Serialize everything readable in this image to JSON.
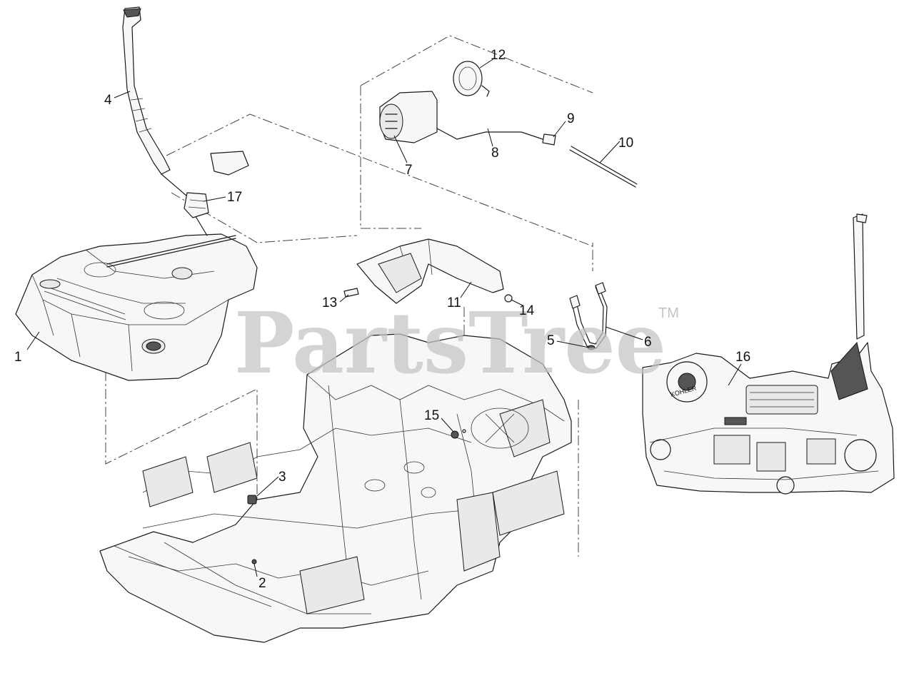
{
  "watermark": {
    "text": "PartsTree",
    "trademark": "TM"
  },
  "callouts": [
    {
      "id": "1",
      "label": "1"
    },
    {
      "id": "2",
      "label": "2"
    },
    {
      "id": "3",
      "label": "3"
    },
    {
      "id": "4",
      "label": "4"
    },
    {
      "id": "5",
      "label": "5"
    },
    {
      "id": "6",
      "label": "6"
    },
    {
      "id": "7",
      "label": "7"
    },
    {
      "id": "8",
      "label": "8"
    },
    {
      "id": "9",
      "label": "9"
    },
    {
      "id": "10",
      "label": "10"
    },
    {
      "id": "11",
      "label": "11"
    },
    {
      "id": "12",
      "label": "12"
    },
    {
      "id": "13",
      "label": "13"
    },
    {
      "id": "14",
      "label": "14"
    },
    {
      "id": "15",
      "label": "15"
    },
    {
      "id": "16",
      "label": "16"
    },
    {
      "id": "17",
      "label": "17"
    }
  ],
  "engine_brand": "KOHLER"
}
